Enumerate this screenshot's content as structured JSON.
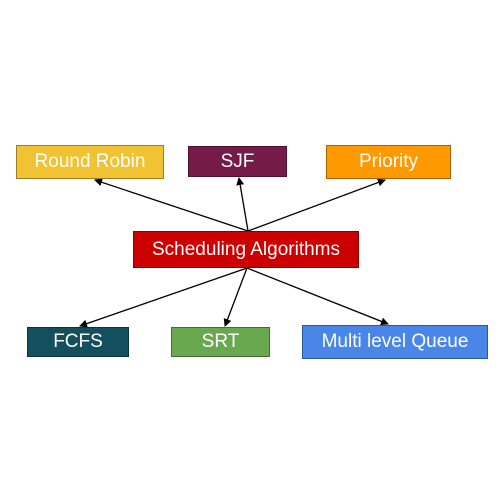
{
  "diagram": {
    "center": {
      "label": "Scheduling Algorithms",
      "color": "#cc0000"
    },
    "top_nodes": [
      {
        "label": "Round Robin",
        "color": "#f1c232"
      },
      {
        "label": "SJF",
        "color": "#741b47"
      },
      {
        "label": "Priority",
        "color": "#ff9900"
      }
    ],
    "bottom_nodes": [
      {
        "label": "FCFS",
        "color": "#134f5c"
      },
      {
        "label": "SRT",
        "color": "#6aa84f"
      },
      {
        "label": "Multi level Queue",
        "color": "#4a86e8"
      }
    ],
    "arrow_color": "#000000"
  }
}
